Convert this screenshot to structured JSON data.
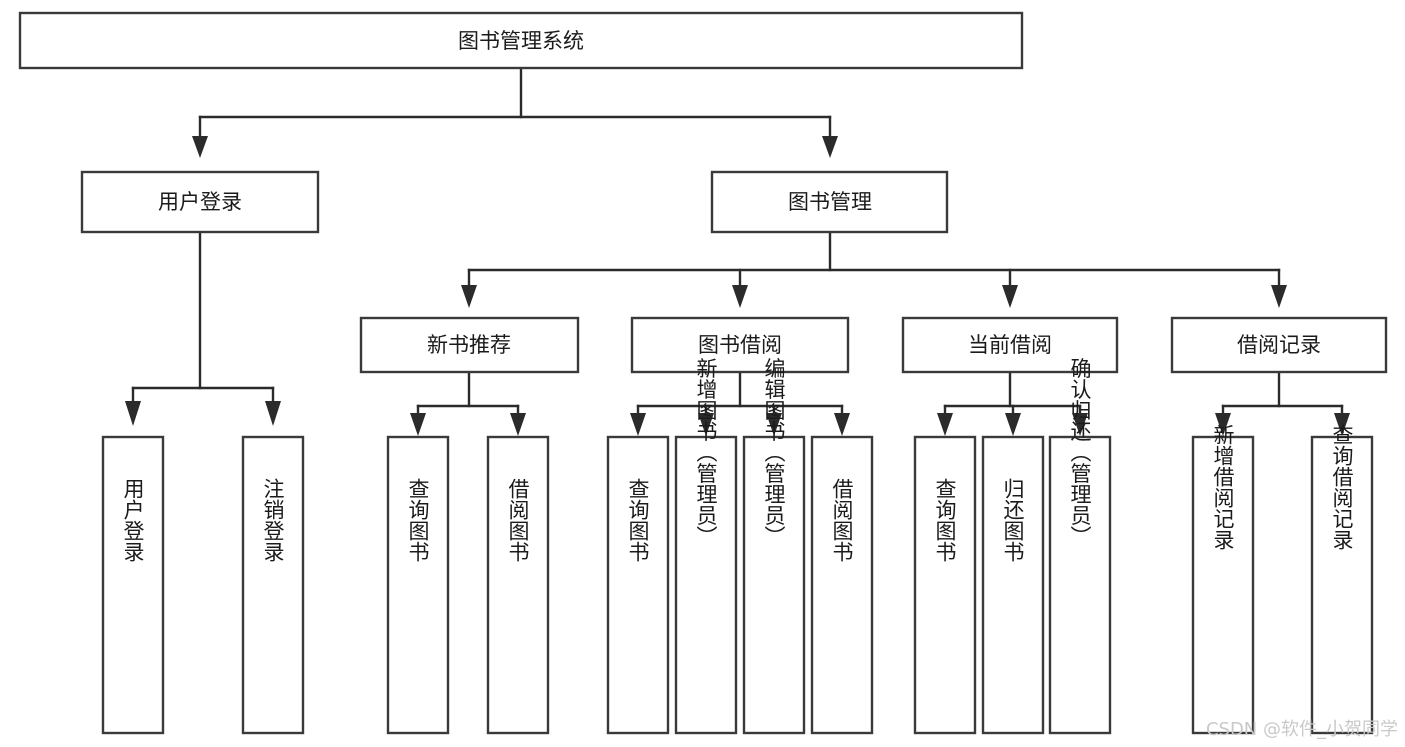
{
  "diagram": {
    "kind": "tree-hierarchy-chart",
    "title": "图书管理系统",
    "colors": {
      "background": "#ffffff",
      "box_border": "#3a3a3a",
      "box_fill": "#ffffff",
      "text": "#1b1b1b",
      "connector": "#2b2b2b",
      "watermark": "#c9c9c9"
    },
    "levels": {
      "root": {
        "label": "图书管理系统",
        "orientation": "horizontal"
      },
      "level2": [
        {
          "id": "user-login",
          "label": "用户登录",
          "orientation": "horizontal"
        },
        {
          "id": "book-manage",
          "label": "图书管理",
          "orientation": "horizontal"
        }
      ],
      "level3": [
        {
          "id": "new-book-recommend",
          "label": "新书推荐",
          "orientation": "horizontal",
          "parent": "book-manage"
        },
        {
          "id": "book-borrow",
          "label": "图书借阅",
          "orientation": "horizontal",
          "parent": "book-manage"
        },
        {
          "id": "current-borrow",
          "label": "当前借阅",
          "orientation": "horizontal",
          "parent": "book-manage"
        },
        {
          "id": "borrow-record",
          "label": "借阅记录",
          "orientation": "horizontal",
          "parent": "book-manage"
        }
      ],
      "leaves": [
        {
          "id": "leaf-user-login",
          "label": "用户登录",
          "orientation": "vertical",
          "parent": "user-login"
        },
        {
          "id": "leaf-user-logout",
          "label": "注销登录",
          "orientation": "vertical",
          "parent": "user-login"
        },
        {
          "id": "leaf-query-book-1",
          "label": "查询图书",
          "orientation": "vertical",
          "parent": "new-book-recommend"
        },
        {
          "id": "leaf-borrow-book-1",
          "label": "借阅图书",
          "orientation": "vertical",
          "parent": "new-book-recommend"
        },
        {
          "id": "leaf-query-book-2",
          "label": "查询图书",
          "orientation": "vertical",
          "parent": "book-borrow"
        },
        {
          "id": "leaf-add-book",
          "label": "新增图书（管理员）",
          "orientation": "vertical",
          "parent": "book-borrow"
        },
        {
          "id": "leaf-edit-book",
          "label": "编辑图书（管理员）",
          "orientation": "vertical",
          "parent": "book-borrow"
        },
        {
          "id": "leaf-borrow-book-2",
          "label": "借阅图书",
          "orientation": "vertical",
          "parent": "book-borrow"
        },
        {
          "id": "leaf-query-book-3",
          "label": "查询图书",
          "orientation": "vertical",
          "parent": "current-borrow"
        },
        {
          "id": "leaf-return-book",
          "label": "归还图书",
          "orientation": "vertical",
          "parent": "current-borrow"
        },
        {
          "id": "leaf-confirm-return",
          "label": "确认归还（管理员）",
          "orientation": "vertical",
          "parent": "current-borrow"
        },
        {
          "id": "leaf-add-record",
          "label": "新增借阅记录",
          "orientation": "vertical",
          "parent": "borrow-record"
        },
        {
          "id": "leaf-query-record",
          "label": "查询借阅记录",
          "orientation": "vertical",
          "parent": "borrow-record"
        }
      ]
    },
    "watermark": "CSDN @软件_小贺同学"
  }
}
